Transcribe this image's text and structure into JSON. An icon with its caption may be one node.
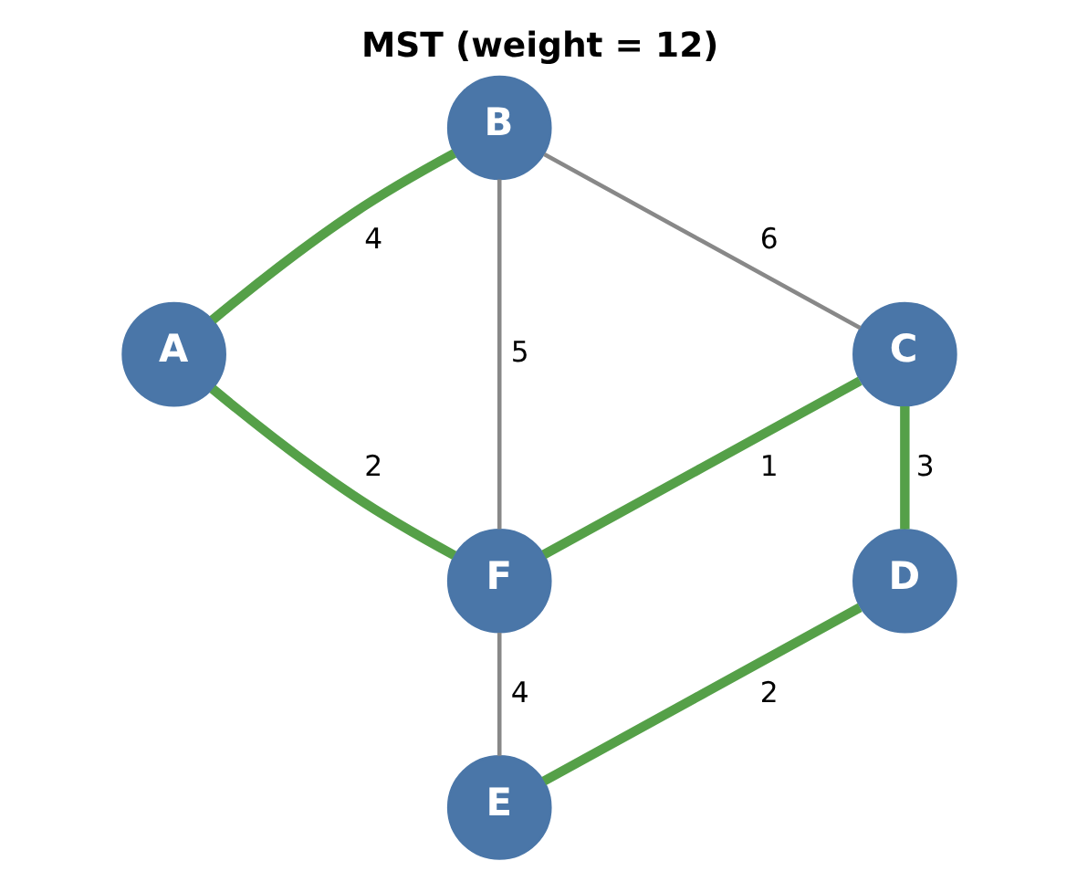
{
  "diagram": {
    "title": "MST (weight = 12)",
    "nodes": [
      {
        "text": [
          "B"
        ]
      },
      {
        "text": [
          "A"
        ]
      },
      {
        "text": [
          "C"
        ]
      },
      {
        "text": [
          "F"
        ]
      },
      {
        "text": [
          "D"
        ]
      },
      {
        "text": [
          "E"
        ]
      }
    ],
    "edges": [
      {
        "from": 0,
        "to": 1,
        "arrow": "none",
        "label": "4"
      },
      {
        "from": 0,
        "to": 3,
        "arrow": "none",
        "label": "5",
        "color": "#888888"
      },
      {
        "from": 0,
        "to": 2,
        "arrow": "none",
        "label": "6",
        "color": "#888888"
      },
      {
        "from": 1,
        "to": 3,
        "arrow": "none",
        "label": "2"
      },
      {
        "from": 2,
        "to": 3,
        "arrow": "none",
        "label": "1"
      },
      {
        "from": 2,
        "to": 4,
        "arrow": "none",
        "label": "3"
      },
      {
        "from": 3,
        "to": 5,
        "arrow": "none",
        "label": "4",
        "color": "#888888"
      },
      {
        "from": 4,
        "to": 5,
        "arrow": "none",
        "label": "2"
      }
    ]
  }
}
